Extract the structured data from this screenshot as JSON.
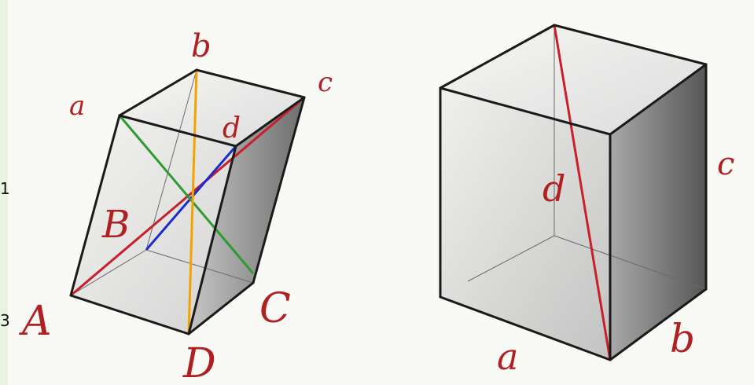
{
  "edge_text": {
    "top": "1",
    "bottom": "3"
  },
  "colors": {
    "background": "#e8f3e1",
    "paper": "#f9f9f6",
    "edge": "#1a1a1a",
    "label": "#b01f22",
    "diag_red": "#c8202a",
    "diag_blue": "#1b2bd0",
    "diag_green": "#2e9b2e",
    "diag_orange": "#f2a300"
  },
  "left_figure": {
    "labels": {
      "a": "a",
      "b": "b",
      "c": "c",
      "d": "d",
      "A": "A",
      "B": "B",
      "C": "C",
      "D": "D"
    }
  },
  "right_figure": {
    "labels": {
      "a": "a",
      "b": "b",
      "c": "c",
      "d": "d"
    }
  }
}
